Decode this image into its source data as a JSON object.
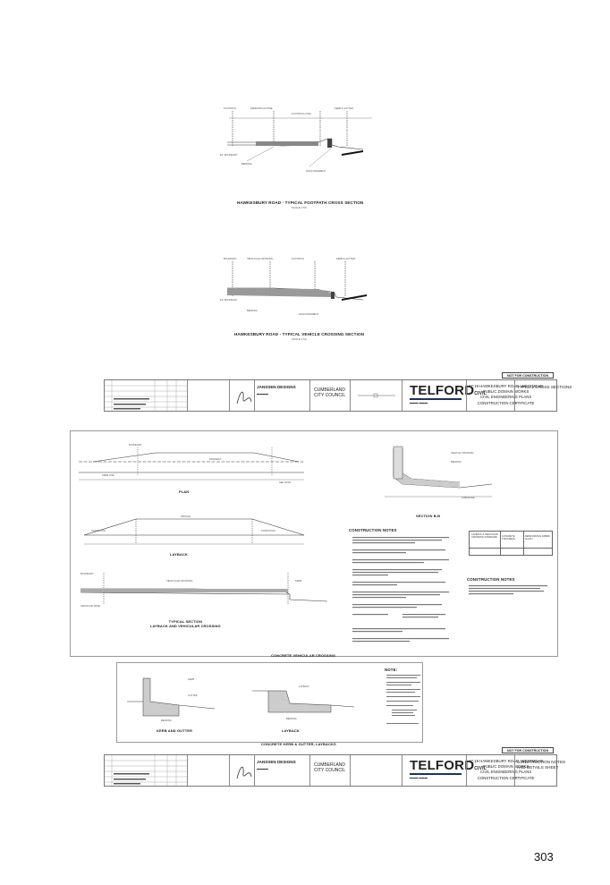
{
  "sheet1": {
    "drawing1_title": "HAWKESBURY ROAD - TYPICAL FOOTPATH CROSS SECTION",
    "drawing1_scale": "SCALE 1:50",
    "drawing2_title": "HAWKESBURY ROAD - TYPICAL VEHICLE CROSSING SECTION",
    "drawing2_scale": "SCALE 1:50",
    "stamp": "NOT FOR CONSTRUCTION",
    "title_block": {
      "designer": "JANSSEN DESIGNS",
      "council": "CUMBERLAND\nCITY COUNCIL",
      "company": "TELFORD",
      "company_suffix": "CIVIL",
      "project": "17-19 HAWKESBURY ROAD, WESTMEAD\nPUBLIC DOMAIN WORKS\nCIVIL ENGINEERING PLANS\nCONSTRUCTION CERTIFICATE",
      "sheet_title": "TYPICAL CROSS SECTIONS"
    }
  },
  "sheet2": {
    "plan_label": "PLAN",
    "layback_label": "LAYBACK",
    "typical_section_label": "TYPICAL SECTION\nLAYBACK AND VEHICULAR CROSSING",
    "section_bb_label": "SECTION B-B",
    "construction_notes_title": "CONSTRUCTION NOTES",
    "construction_notes2_title": "CONSTRUCTION NOTES",
    "table_headers": [
      "LAYBACK & VEHICULAR CROSSING STANDARD",
      "CONCRETE THICKNESS",
      "REINFORCING FABRIC (& ALT)"
    ],
    "panel1_caption": "CONCRETE VEHICULAR CROSSING",
    "kerb_label": "KERB AND GUTTER",
    "layback2_label": "LAYBACK",
    "note_title": "NOTE:",
    "panel2_caption": "CONCRETE KERB & GUTTER, LAYBACKS",
    "stamp": "NOT FOR CONSTRUCTION",
    "title_block": {
      "designer": "JANSSEN DESIGNS",
      "council": "CUMBERLAND\nCITY COUNCIL",
      "company": "TELFORD",
      "company_suffix": "CIVIL",
      "project": "17-19 HAWKESBURY ROAD, WESTMEAD\nPUBLIC DOMAIN WORKS\nCIVIL ENGINEERING PLANS\nCONSTRUCTION CERTIFICATE",
      "sheet_title": "CONSTRUCTION NOTES\nAND DETAILS SHEET"
    }
  },
  "page_number": "303"
}
